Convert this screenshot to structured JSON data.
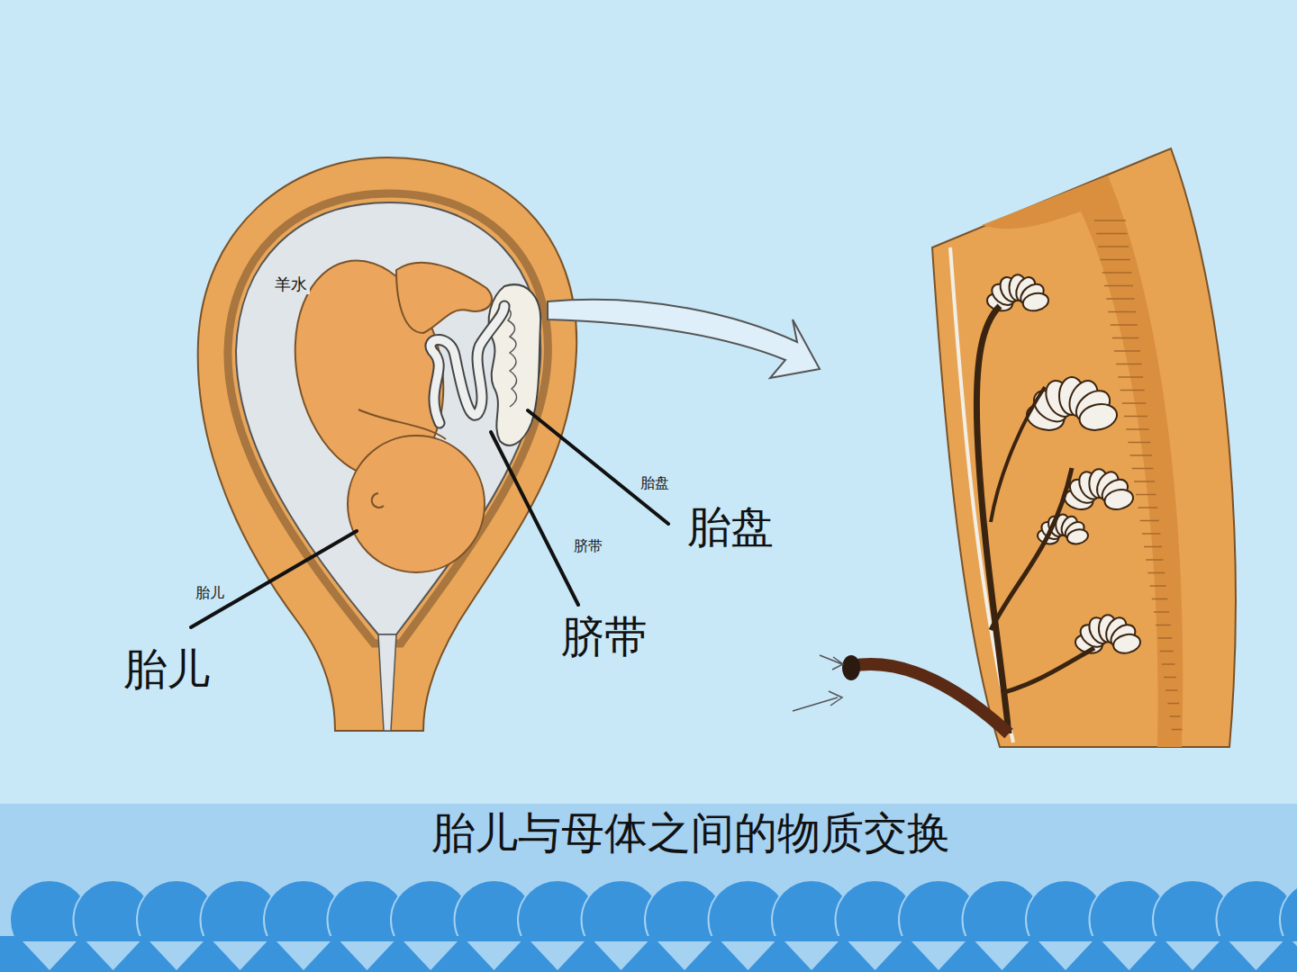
{
  "diagram": {
    "caption": "胎儿与母体之间的物质交换",
    "labels": [
      "羊水",
      "胎盘",
      "胎盘",
      "脐带",
      "胎儿",
      "脐带",
      "胎儿"
    ]
  }
}
